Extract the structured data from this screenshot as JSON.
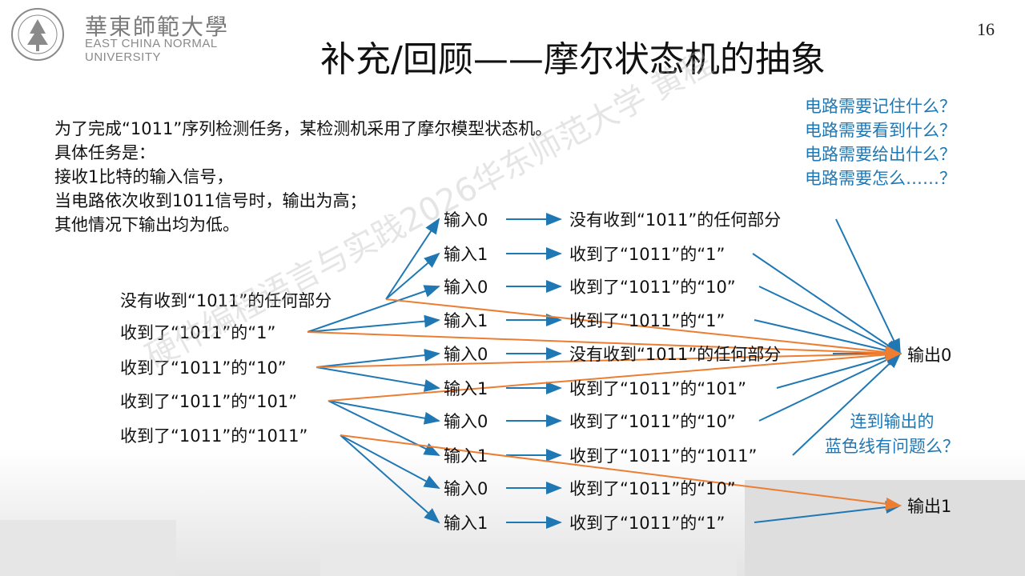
{
  "header": {
    "logo_cn": "華東師範大學",
    "logo_en_line1": "EAST CHINA NORMAL",
    "logo_en_line2": "UNIVERSITY",
    "seal_text": "EAST CHINA NORMAL UNIVERSITY",
    "title": "补充/回顾——摩尔状态机的抽象",
    "page_number": "16"
  },
  "intro": [
    "为了完成“1011”序列检测任务，某检测机采用了摩尔模型状态机。",
    "具体任务是：",
    "接收1比特的输入信号，",
    "当电路依次收到1011信号时，输出为高；",
    "其他情况下输出均为低。"
  ],
  "questions": [
    "电路需要记住什么？",
    "电路需要看到什么？",
    "电路需要给出什么？",
    "电路需要怎么……？"
  ],
  "states": [
    "没有收到“1011”的任何部分",
    "收到了“1011”的“1”",
    "收到了“1011”的“10”",
    "收到了“1011”的“101”",
    "收到了“1011”的“1011”"
  ],
  "inputs": [
    "输入0",
    "输入1",
    "输入0",
    "输入1",
    "输入0",
    "输入1",
    "输入0",
    "输入1",
    "输入0",
    "输入1"
  ],
  "next_states": [
    "没有收到“1011”的任何部分",
    "收到了“1011”的“1”",
    "收到了“1011”的“10”",
    "收到了“1011”的“1”",
    "没有收到“1011”的任何部分",
    "收到了“1011”的“101”",
    "收到了“1011”的“10”",
    "收到了“1011”的“1011”",
    "收到了“1011”的“10”",
    "收到了“1011”的“1”"
  ],
  "outputs": {
    "out0": "输出0",
    "out1": "输出1"
  },
  "note": [
    "连到输出的",
    "蓝色线有问题么？"
  ],
  "watermark": "硬件编程语言与实践2026华东师范大学 黄程",
  "colors": {
    "blue": "#1f78b4",
    "orange": "#ed7d31",
    "text": "#111111"
  }
}
